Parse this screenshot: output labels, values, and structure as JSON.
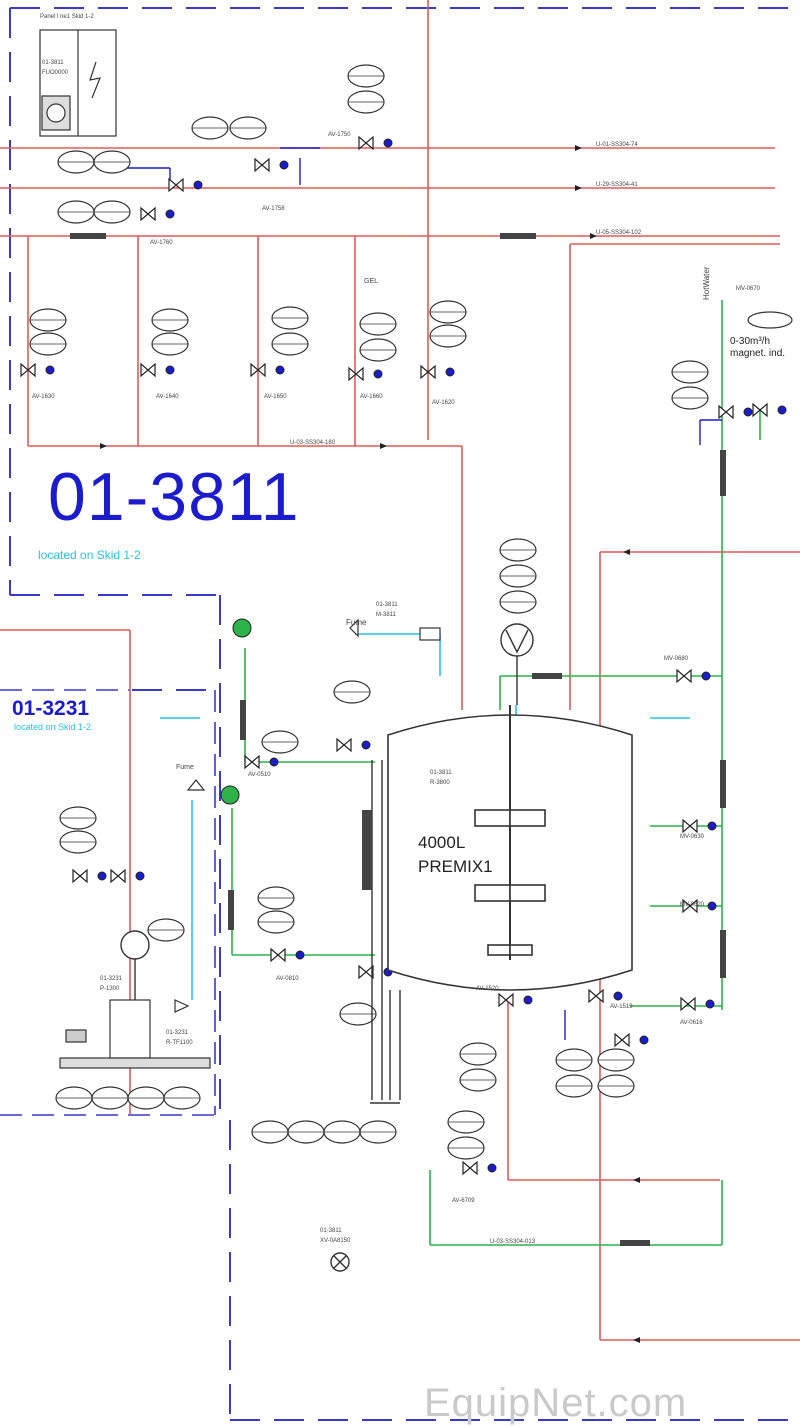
{
  "panel": {
    "title": "Panel l ne1 Skid 1-2",
    "tag_a": "01-3811",
    "tag_b": "FUO0000"
  },
  "skid_main": {
    "id": "01-3811",
    "location": "located on Skid 1-2"
  },
  "skid_small": {
    "id": "01-3231",
    "location": "located on Skid 1-2"
  },
  "tank": {
    "volume": "4000L",
    "name": "PREMIX1",
    "tag": "01-3811",
    "tag2": "R-3800"
  },
  "instrument": {
    "flow_range": "0-30m³/h",
    "flow_type": "magnet. ind.",
    "hot_water": "HotWater",
    "gel": "GEL",
    "fume_a": "Fume",
    "fume_b": "Fume"
  },
  "lines": {
    "header_1": "U-01-SS304-74",
    "header_2": "U-29-SS304-41",
    "header_3": "U-05-SS304-102",
    "collector": "U-03-SS304-180",
    "return": "U-03-SS304-013"
  },
  "valve_tags": [
    {
      "tag": "AV-1760"
    },
    {
      "tag": "AV-1758"
    },
    {
      "tag": "AV-1750"
    },
    {
      "tag": "AV-1630"
    },
    {
      "tag": "AV-1640"
    },
    {
      "tag": "AV-1650"
    },
    {
      "tag": "AV-1660"
    },
    {
      "tag": "AV-1620"
    },
    {
      "tag": "AV-0510"
    },
    {
      "tag": "AV-0810"
    },
    {
      "tag": "AV-1520"
    },
    {
      "tag": "AV-6709"
    },
    {
      "tag": "AV-0616"
    },
    {
      "tag": "MV-0620"
    },
    {
      "tag": "MV-0630"
    },
    {
      "tag": "MV-0680"
    },
    {
      "tag": "AV-1519"
    },
    {
      "tag": "MV-0670"
    }
  ],
  "misc": {
    "agitator_tag": "01-3811",
    "agitator_tag2": "M-3811",
    "pump_tag": "01-3231",
    "pump_tag2": "P-1300",
    "pressure_tag": "01-3811",
    "pressure_tag2": "XV-0A8150",
    "tf_tag": "01-3231",
    "tf_tag2": "R-TF1100",
    "watermark": "EquipNet.com"
  },
  "colors": {
    "steam": "#e05a5a",
    "water": "#2db34a",
    "fume": "#27c4e6",
    "process": "#1c1ccd",
    "skid_border": "#1c1ccd"
  }
}
